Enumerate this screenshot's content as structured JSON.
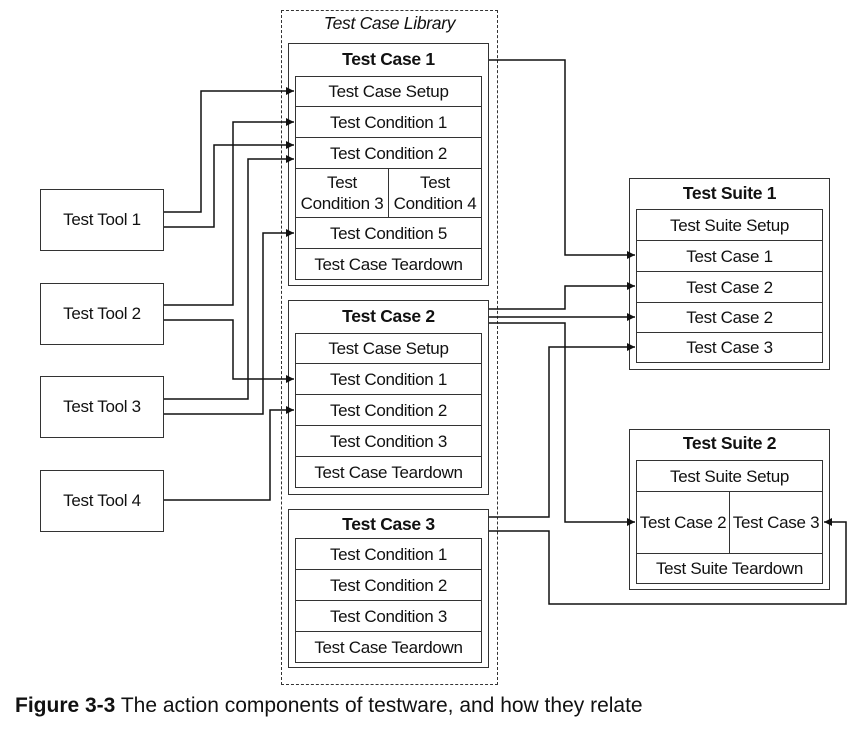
{
  "library": {
    "title": "Test Case Library"
  },
  "tools": [
    "Test Tool 1",
    "Test Tool 2",
    "Test Tool 3",
    "Test Tool 4"
  ],
  "test_case_1": {
    "title": "Test Case 1",
    "setup": "Test Case Setup",
    "condition_1": "Test Condition 1",
    "condition_2": "Test Condition 2",
    "condition_3": "Test Condition 3",
    "condition_4": "Test Condition 4",
    "condition_word": "Test",
    "condition_3_tail": "Condition 3",
    "condition_4_tail": "Condition 4",
    "condition_5": "Test Condition 5",
    "teardown": "Test Case Teardown"
  },
  "test_case_2": {
    "title": "Test Case 2",
    "setup": "Test Case Setup",
    "condition_1": "Test Condition 1",
    "condition_2": "Test Condition 2",
    "condition_3": "Test Condition 3",
    "teardown": "Test Case Teardown"
  },
  "test_case_3": {
    "title": "Test Case 3",
    "condition_1": "Test Condition 1",
    "condition_2": "Test Condition 2",
    "condition_3": "Test Condition 3",
    "teardown": "Test Case Teardown"
  },
  "suite_1": {
    "title": "Test Suite 1",
    "setup": "Test Suite Setup",
    "items": [
      "Test Case 1",
      "Test Case 2",
      "Test Case 2",
      "Test Case 3"
    ]
  },
  "suite_2": {
    "title": "Test Suite 2",
    "setup": "Test Suite Setup",
    "items": [
      "Test Case 2",
      "Test Case 3"
    ],
    "teardown": "Test Suite Teardown"
  },
  "caption": {
    "label": "Figure 3-3",
    "text": " The action components of testware, and how they relate"
  }
}
